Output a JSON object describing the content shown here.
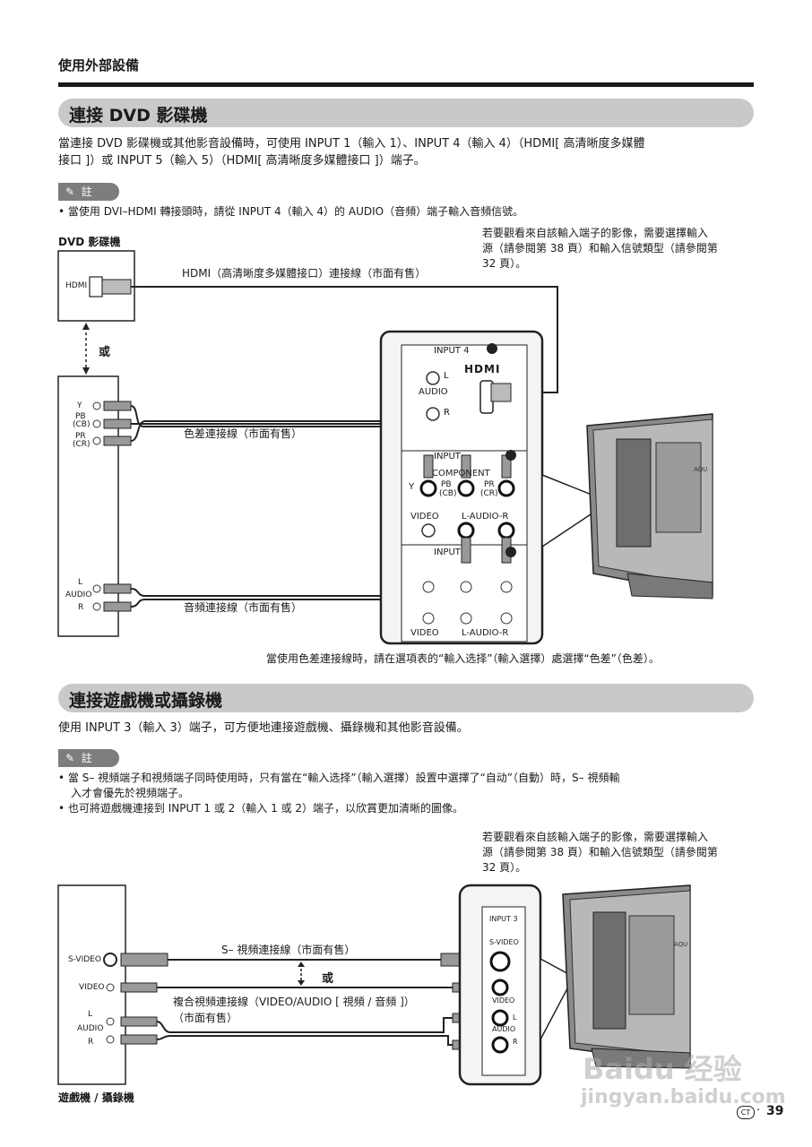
{
  "section_label": "使用外部設備",
  "section1": {
    "heading": "連接 DVD 影碟機",
    "intro_line1": "當連接 DVD 影碟機或其他影音設備時，可使用 INPUT 1（輸入 1）、INPUT 4（輸入 4）（HDMI[ 高清晰度多媒體",
    "intro_line2": "接口 ]）或 INPUT 5（輸入 5）（HDMI[ 高清晰度多媒體接口 ]）端子。",
    "note_label": "註",
    "note": "當使用 DVI–HDMI 轉接頭時，請從 INPUT 4（輸入 4）的 AUDIO（音頻）端子輸入音頻信號。",
    "device_title": "DVD 影碟機",
    "tip_line1": "若要觀看來自該輸入端子的影像，需要選擇輸入",
    "tip_line2": "源（請參閱第 38 頁）和輸入信號類型（請參閱第",
    "tip_line3": "32 頁）。",
    "hdmi_cable": "HDMI（高清晰度多媒體接口）連接線（市面有售）",
    "or_label": "或",
    "component_cable": "色差連接線（市面有售）",
    "audio_cable": "音頻連接線（市面有售）",
    "dvd_hdmi": "HDMI",
    "dvd_y": "Y",
    "dvd_pb": "PB",
    "dvd_cb": "(CB)",
    "dvd_pr": "PR",
    "dvd_cr": "(CR)",
    "dvd_audio_l": "L",
    "dvd_audio": "AUDIO",
    "dvd_audio_r": "R",
    "panel_input4": "INPUT 4",
    "panel_hdmi_logo": "HDMI",
    "panel_audio_l": "L",
    "panel_audio": "AUDIO",
    "panel_audio_r": "R",
    "panel_input1": "INPUT",
    "panel_component": "COMPONENT",
    "panel_y": "Y",
    "panel_pb": "PB",
    "panel_cb": "(CB)",
    "panel_pr": "PR",
    "panel_cr": "(CR)",
    "panel_video": "VIDEO",
    "panel_laudior": "L-AUDIO-R",
    "panel_input2": "INPUT",
    "tv_brand": "AQU",
    "caption": "當使用色差連接線時，請在選項表的“輸入选择”（輸入選擇）處選擇“色差”（色差）。"
  },
  "section2": {
    "heading": "連接遊戲機或攝錄機",
    "intro": "使用 INPUT 3（輸入 3）端子，可方便地連接遊戲機、攝錄機和其他影音設備。",
    "note_label": "註",
    "note1_line1": "當 S– 視頻端子和視頻端子同時使用時，只有當在“輸入选择”（輸入選擇）設置中選擇了“自动”（自動）時，S– 視頻輸",
    "note1_line2": "入才會優先於視頻端子。",
    "note2": "也可將遊戲機連接到 INPUT 1 或 2（輸入 1 或 2）端子，以欣賞更加清晰的圖像。",
    "tip_line1": "若要觀看來自該輸入端子的影像，需要選擇輸入",
    "tip_line2": "源（請參閱第 38 頁）和輸入信號類型（請參閱第",
    "tip_line3": "32 頁）。",
    "svideo_cable": "S– 視頻連接線（市面有售）",
    "or_label": "或",
    "composite_cable_line1": "複合視頻連接線（VIDEO/AUDIO [ 視頻 / 音頻 ]）",
    "composite_cable_line2": "（市面有售）",
    "dev_svideo": "S-VIDEO",
    "dev_video": "VIDEO",
    "dev_l": "L",
    "dev_audio": "AUDIO",
    "dev_r": "R",
    "panel_input3": "INPUT 3",
    "panel_svideo": "S-VIDEO",
    "panel_video": "VIDEO",
    "panel_l": "L",
    "panel_audio": "AUDIO",
    "panel_r": "R",
    "tv_brand": "AQU",
    "device_title": "遊戲機 / 攝錄機"
  },
  "footer": {
    "lang_badge": "CT",
    "page_number": "39",
    "watermark_text": "Baidu 经验",
    "watermark_url": "jingyan.baidu.com"
  },
  "colors": {
    "heading_bar": "#c9c9c9",
    "note_tag": "#7d7d7d",
    "ink": "#1a1a1a"
  }
}
